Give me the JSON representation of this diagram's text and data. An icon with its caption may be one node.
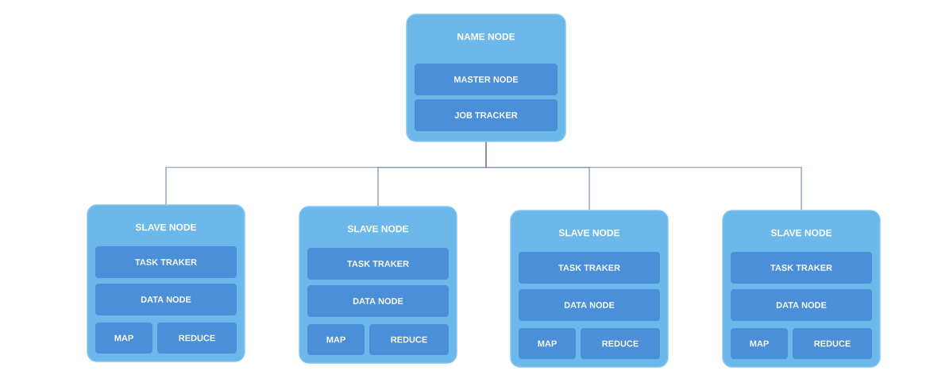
{
  "diagram": {
    "nodes": [
      {
        "text": [
          "NAME NODE"
        ]
      },
      {
        "text": [
          "MASTER NODE"
        ],
        "in": 0
      },
      {
        "text": [
          "JOB TRACKER"
        ],
        "in": 0
      },
      {
        "text": [
          "SLAVE NODE"
        ]
      },
      {
        "text": [
          "TASK TRAKER"
        ],
        "in": 3
      },
      {
        "text": [
          "DATA NODE"
        ],
        "in": 3
      },
      {
        "text": [
          "MAP"
        ],
        "in": 3
      },
      {
        "text": [
          "REDUCE"
        ],
        "in": 3
      },
      {
        "text": [
          "SLAVE NODE"
        ]
      },
      {
        "text": [
          "TASK TRAKER"
        ],
        "in": 8
      },
      {
        "text": [
          "DATA NODE"
        ],
        "in": 8
      },
      {
        "text": [
          "MAP"
        ],
        "in": 8
      },
      {
        "text": [
          "REDUCE"
        ],
        "in": 8
      },
      {
        "text": [
          "SLAVE NODE"
        ]
      },
      {
        "text": [
          "TASK TRAKER"
        ],
        "in": 13
      },
      {
        "text": [
          "DATA NODE"
        ],
        "in": 13
      },
      {
        "text": [
          "MAP"
        ],
        "in": 13
      },
      {
        "text": [
          "REDUCE"
        ],
        "in": 13
      },
      {
        "text": [
          "SLAVE NODE"
        ]
      },
      {
        "text": [
          "TASK TRAKER"
        ],
        "in": 18
      },
      {
        "text": [
          "DATA NODE"
        ],
        "in": 18
      },
      {
        "text": [
          "MAP"
        ],
        "in": 18
      },
      {
        "text": [
          "REDUCE"
        ],
        "in": 18
      }
    ],
    "edges": [
      {
        "from": 0,
        "to": 3,
        "arrow": "none"
      },
      {
        "from": 0,
        "to": 8,
        "arrow": "none"
      },
      {
        "from": 0,
        "to": 13,
        "arrow": "none"
      },
      {
        "from": 0,
        "to": 18,
        "arrow": "none"
      }
    ]
  }
}
